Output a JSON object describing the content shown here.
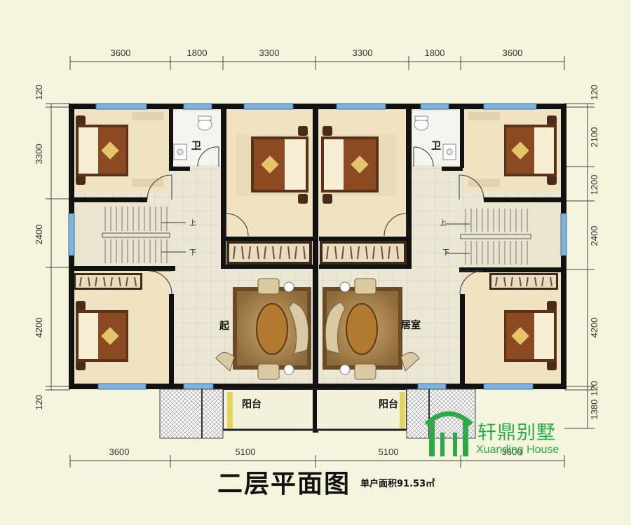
{
  "dims": {
    "top": [
      "3600",
      "1800",
      "3300",
      "3300",
      "1800",
      "3600"
    ],
    "bottom": [
      "3600",
      "5100",
      "5100",
      "3600"
    ],
    "left": [
      "120",
      "3300",
      "2400",
      "4200",
      "120"
    ],
    "right": [
      "120",
      "2100",
      "1200",
      "2400",
      "4200",
      "120",
      "1380"
    ]
  },
  "rooms": {
    "bath_left": "卫",
    "bath_right": "卫",
    "stair_up_left": "上",
    "stair_down_left": "下",
    "stair_up_right": "上",
    "stair_down_right": "下",
    "living_left": "起",
    "living_right": "居室",
    "balcony_left": "阳台",
    "balcony_right": "阳台"
  },
  "title": "二层平面图",
  "area_note": "单户面积91.53㎡",
  "logo": {
    "cn": "轩鼎别墅",
    "en": "Xuanding House"
  },
  "colors": {
    "wall": "#111111",
    "floor": "#ece6d2",
    "room_floor": "#f0e4c4",
    "logo_green": "#2fa84a",
    "window": "#7fb3dd"
  }
}
